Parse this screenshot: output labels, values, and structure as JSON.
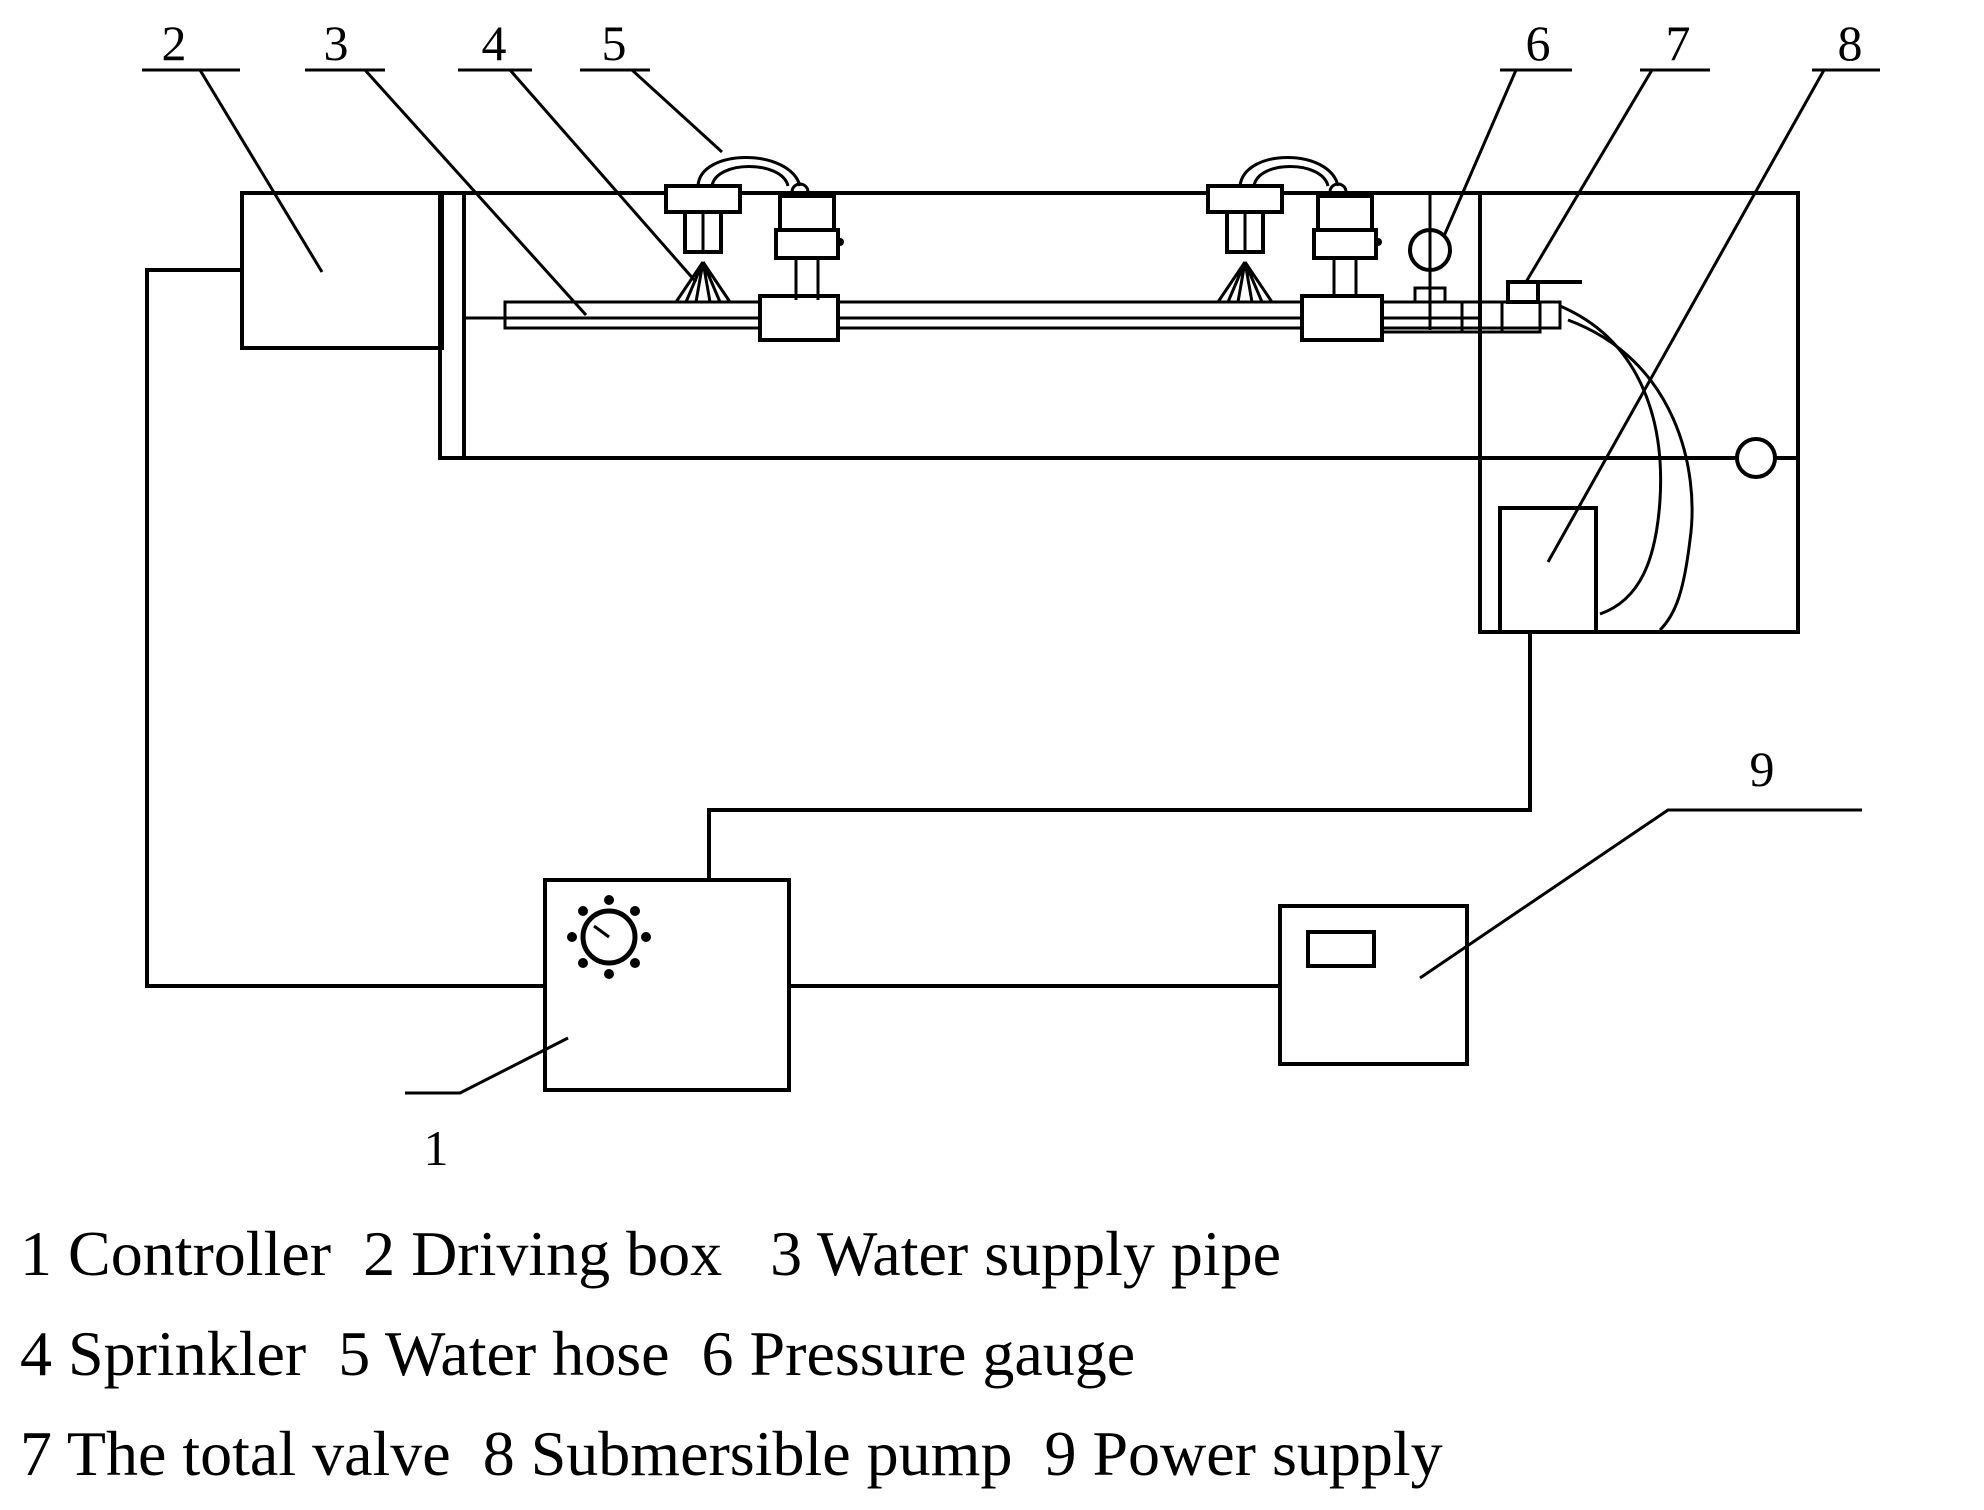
{
  "callouts": {
    "n1": "1",
    "n2": "2",
    "n3": "3",
    "n4": "4",
    "n5": "5",
    "n6": "6",
    "n7": "7",
    "n8": "8",
    "n9": "9"
  },
  "legend": {
    "line1": "1 Controller  2 Driving box   3 Water supply pipe",
    "line2": "4 Sprinkler  5 Water hose  6 Pressure gauge",
    "line3": "7 The total valve  8 Submersible pump  9 Power supply"
  }
}
